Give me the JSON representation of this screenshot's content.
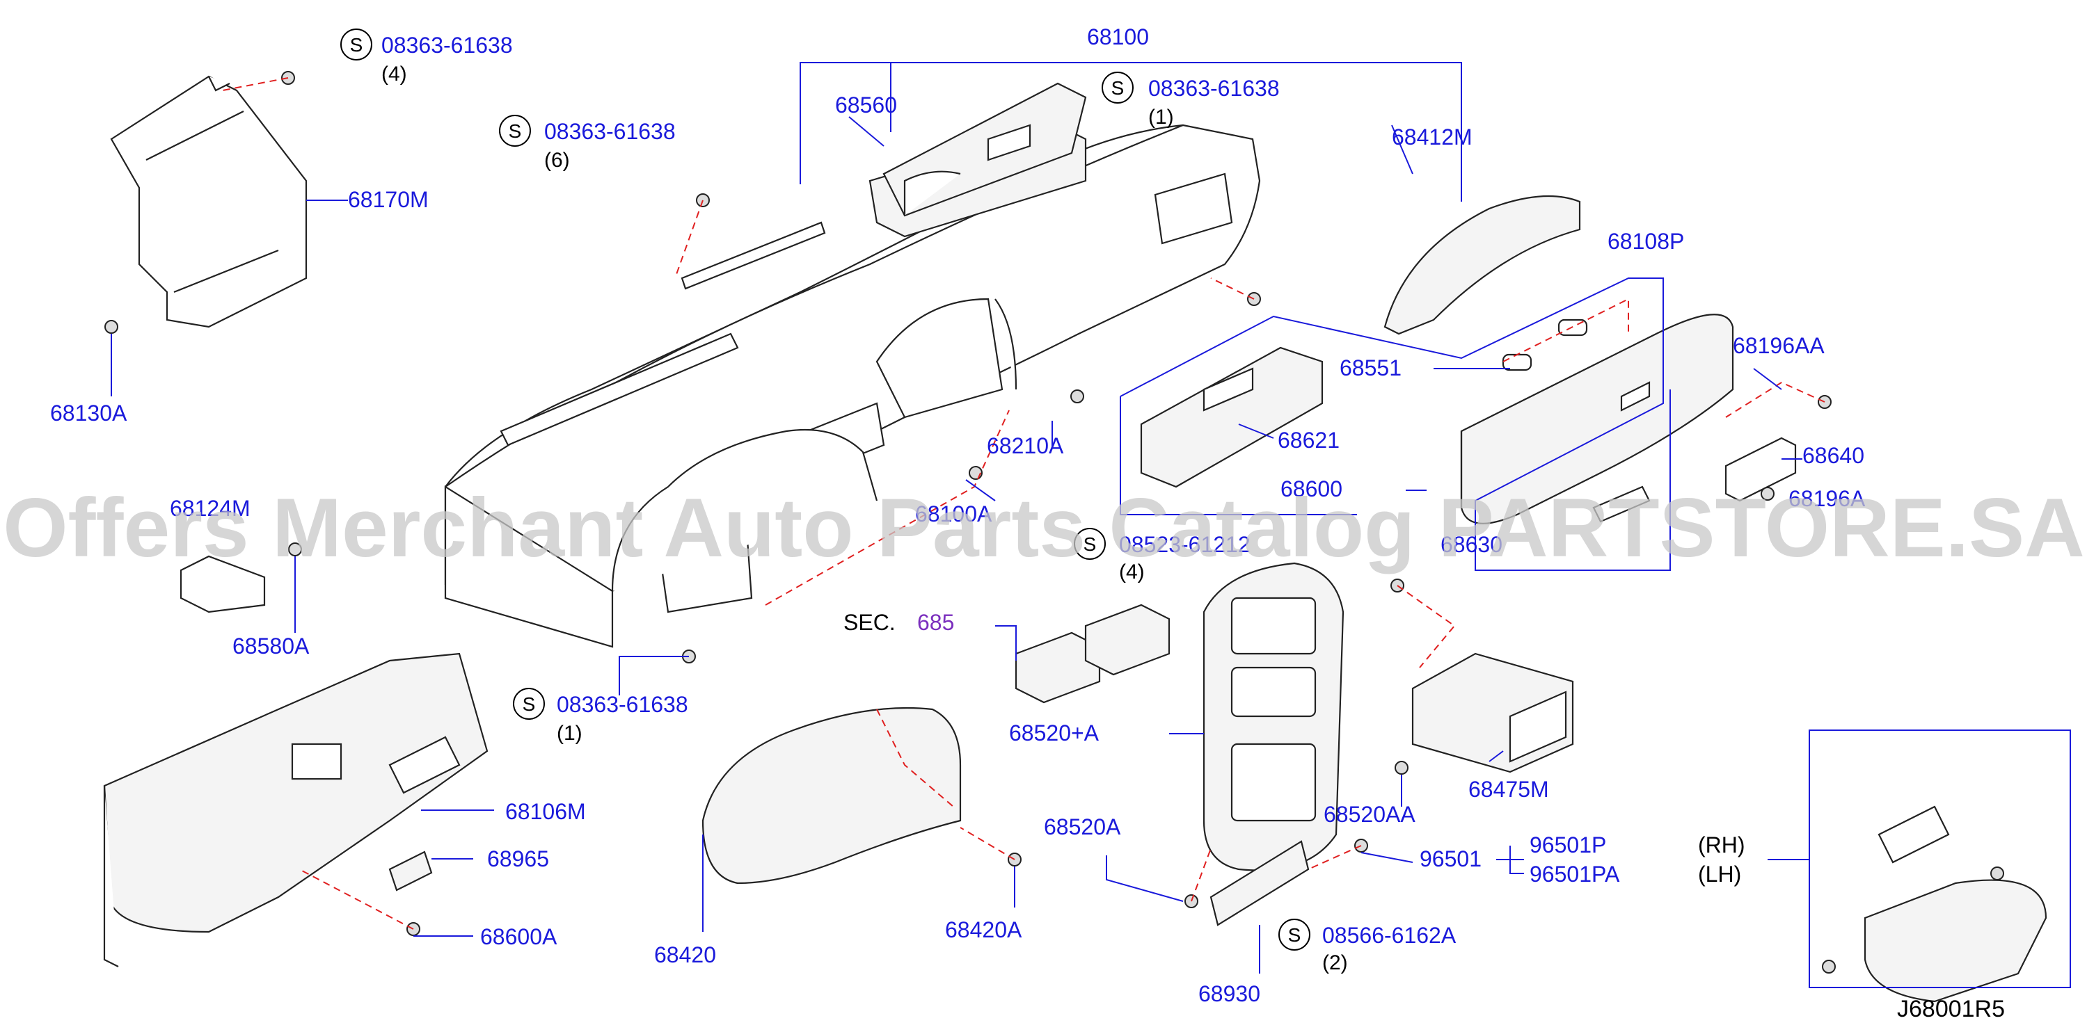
{
  "labels": {
    "p68100": "68100",
    "p68560": "68560",
    "p68412m": "68412M",
    "p68170m": "68170M",
    "p68130a": "68130A",
    "p68108p": "68108P",
    "p68551": "68551",
    "p68196aa": "68196AA",
    "p68621": "68621",
    "p68210a": "68210A",
    "p68640": "68640",
    "p68600": "68600",
    "p68196a": "68196A",
    "p68124m": "68124M",
    "p68100a": "68100A",
    "p68630": "68630",
    "p68580a": "68580A",
    "p68520pa": "68520+A",
    "p68475m": "68475M",
    "p68520aa": "68520AA",
    "p68106m": "68106M",
    "p68965": "68965",
    "p68600a": "68600A",
    "p68420": "68420",
    "p68420a": "68420A",
    "p68520a": "68520A",
    "p96501": "96501",
    "p96501p": "96501P",
    "p96501pa": "96501PA",
    "p68930": "68930"
  },
  "screws": {
    "s1": {
      "symbol": "S",
      "number": "08363-61638",
      "qty": "(4)"
    },
    "s2": {
      "symbol": "S",
      "number": "08363-61638",
      "qty": "(6)"
    },
    "s3": {
      "symbol": "S",
      "number": "08363-61638",
      "qty": "(1)"
    },
    "s4": {
      "symbol": "S",
      "number": "08523-61212",
      "qty": "(4)"
    },
    "s5": {
      "symbol": "S",
      "number": "08363-61638",
      "qty": "(1)"
    },
    "s6": {
      "symbol": "S",
      "number": "08566-6162A",
      "qty": "(2)"
    }
  },
  "section": {
    "prefix": "SEC.",
    "ref": "685"
  },
  "side": {
    "rh": "(RH)",
    "lh": "(LH)"
  },
  "diagram_code": "J68001R5",
  "watermark": "Offers Merchant Auto Parts Catalog PARTSTORE.SA"
}
